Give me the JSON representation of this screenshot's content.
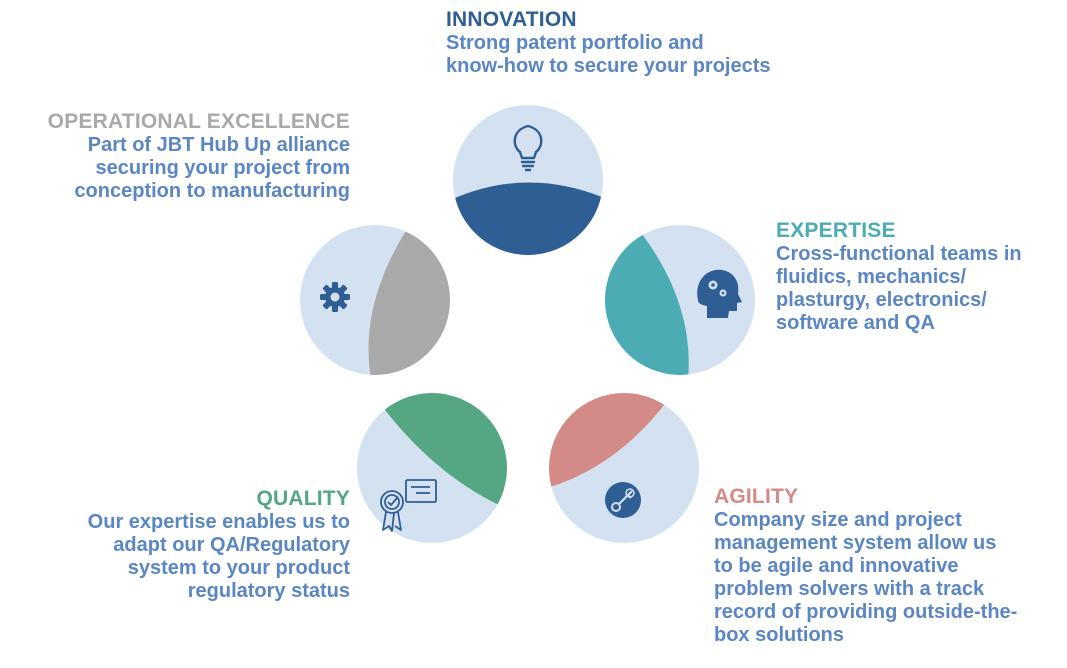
{
  "colors": {
    "circle_background": "#d4e1f0",
    "description_text": "#5b86c4",
    "innovation": "#2e5e94",
    "operational_excellence": "#a9a9a9",
    "expertise": "#4bacb3",
    "quality": "#55a783",
    "agility": "#d48a86",
    "icon_dark": "#2e5e94"
  },
  "pillars": {
    "innovation": {
      "title": "INNOVATION",
      "description": "Strong patent portfolio and\nknow-how to secure your projects",
      "icon": "lightbulb-icon"
    },
    "operational": {
      "title": "OPERATIONAL EXCELLENCE",
      "description": "Part of JBT Hub Up alliance\nsecuring your project from\nconception to manufacturing",
      "icon": "gear-icon"
    },
    "expertise": {
      "title": "EXPERTISE",
      "description": "Cross-functional teams in\nfluidics, mechanics/\nplasturgy, electronics/\nsoftware and QA",
      "icon": "head-gears-icon"
    },
    "quality": {
      "title": "QUALITY",
      "description": "Our expertise enables us to\nadapt our QA/Regulatory\nsystem to your product\nregulatory status",
      "icon": "certificate-icon"
    },
    "agility": {
      "title": "AGILITY",
      "description": "Company size and project\nmanagement system allow us\nto be agile and innovative\nproblem solvers with a track\nrecord of providing outside-the-\nbox solutions",
      "icon": "key-gear-icon"
    }
  }
}
